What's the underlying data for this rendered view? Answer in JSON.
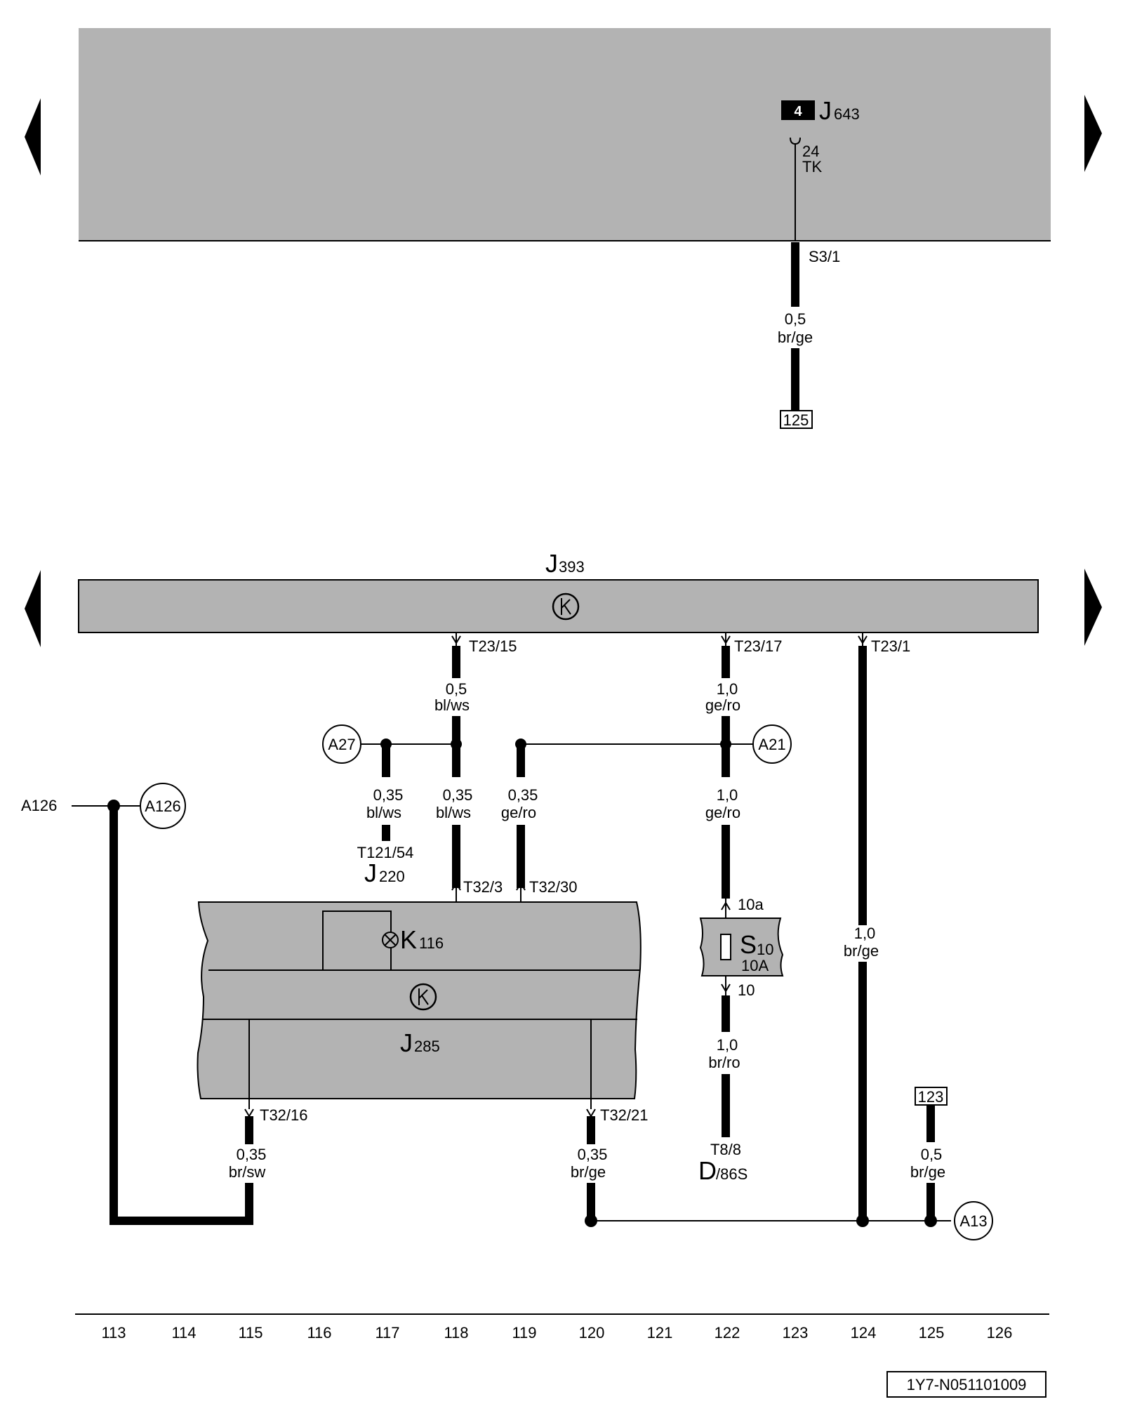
{
  "nav": {
    "colors": {
      "accent": "#000000",
      "module_fill": "#b3b3b3"
    }
  },
  "top": {
    "j643_badge": "4",
    "j643_letter": "J",
    "j643_sub": "643",
    "pin_24": "24",
    "pin_tk": "TK",
    "s3_1": "S3/1",
    "wire_size": "0,5",
    "wire_color": "br/ge",
    "ref_125": "125"
  },
  "j393": {
    "letter": "J",
    "sub": "393"
  },
  "pins": {
    "t23_15": "T23/15",
    "t23_17": "T23/17",
    "t23_1": "T23/1",
    "t32_3": "T32/3",
    "t32_30": "T32/30",
    "t32_16": "T32/16",
    "t32_21": "T32/21",
    "t121_54": "T121/54",
    "t8_8": "T8/8",
    "p10a": "10a",
    "p10": "10"
  },
  "wires": {
    "w1_size": "0,5",
    "w1_color": "bl/ws",
    "w2_size": "1,0",
    "w2_color": "ge/ro",
    "w3_size": "0,35",
    "w3_color": "bl/ws",
    "w4_size": "0,35",
    "w4_color": "bl/ws",
    "w5_size": "0,35",
    "w5_color": "ge/ro",
    "w6_size": "1,0",
    "w6_color": "ge/ro",
    "w7_size": "1,0",
    "w7_color": "br/ge",
    "w8_size": "1,0",
    "w8_color": "br/ro",
    "w9_size": "0,35",
    "w9_color": "br/sw",
    "w10_size": "0,35",
    "w10_color": "br/ge",
    "w11_size": "0,5",
    "w11_color": "br/ge"
  },
  "connectors": {
    "a27": "A27",
    "a21": "A21",
    "a126_left": "A126",
    "a126": "A126",
    "a13": "A13",
    "ref_123": "123"
  },
  "components": {
    "j220_letter": "J",
    "j220_sub": "220",
    "k116_letter": "K",
    "k116_sub": "116",
    "j285_letter": "J",
    "j285_sub": "285",
    "s10_letter": "S",
    "s10_sub": "10",
    "s10_rating": "10A",
    "d_letter": "D",
    "d_sub": "/86S"
  },
  "columns": [
    "113",
    "114",
    "115",
    "116",
    "117",
    "118",
    "119",
    "120",
    "121",
    "122",
    "123",
    "124",
    "125",
    "126"
  ],
  "footer_code": "1Y7-N051101009"
}
